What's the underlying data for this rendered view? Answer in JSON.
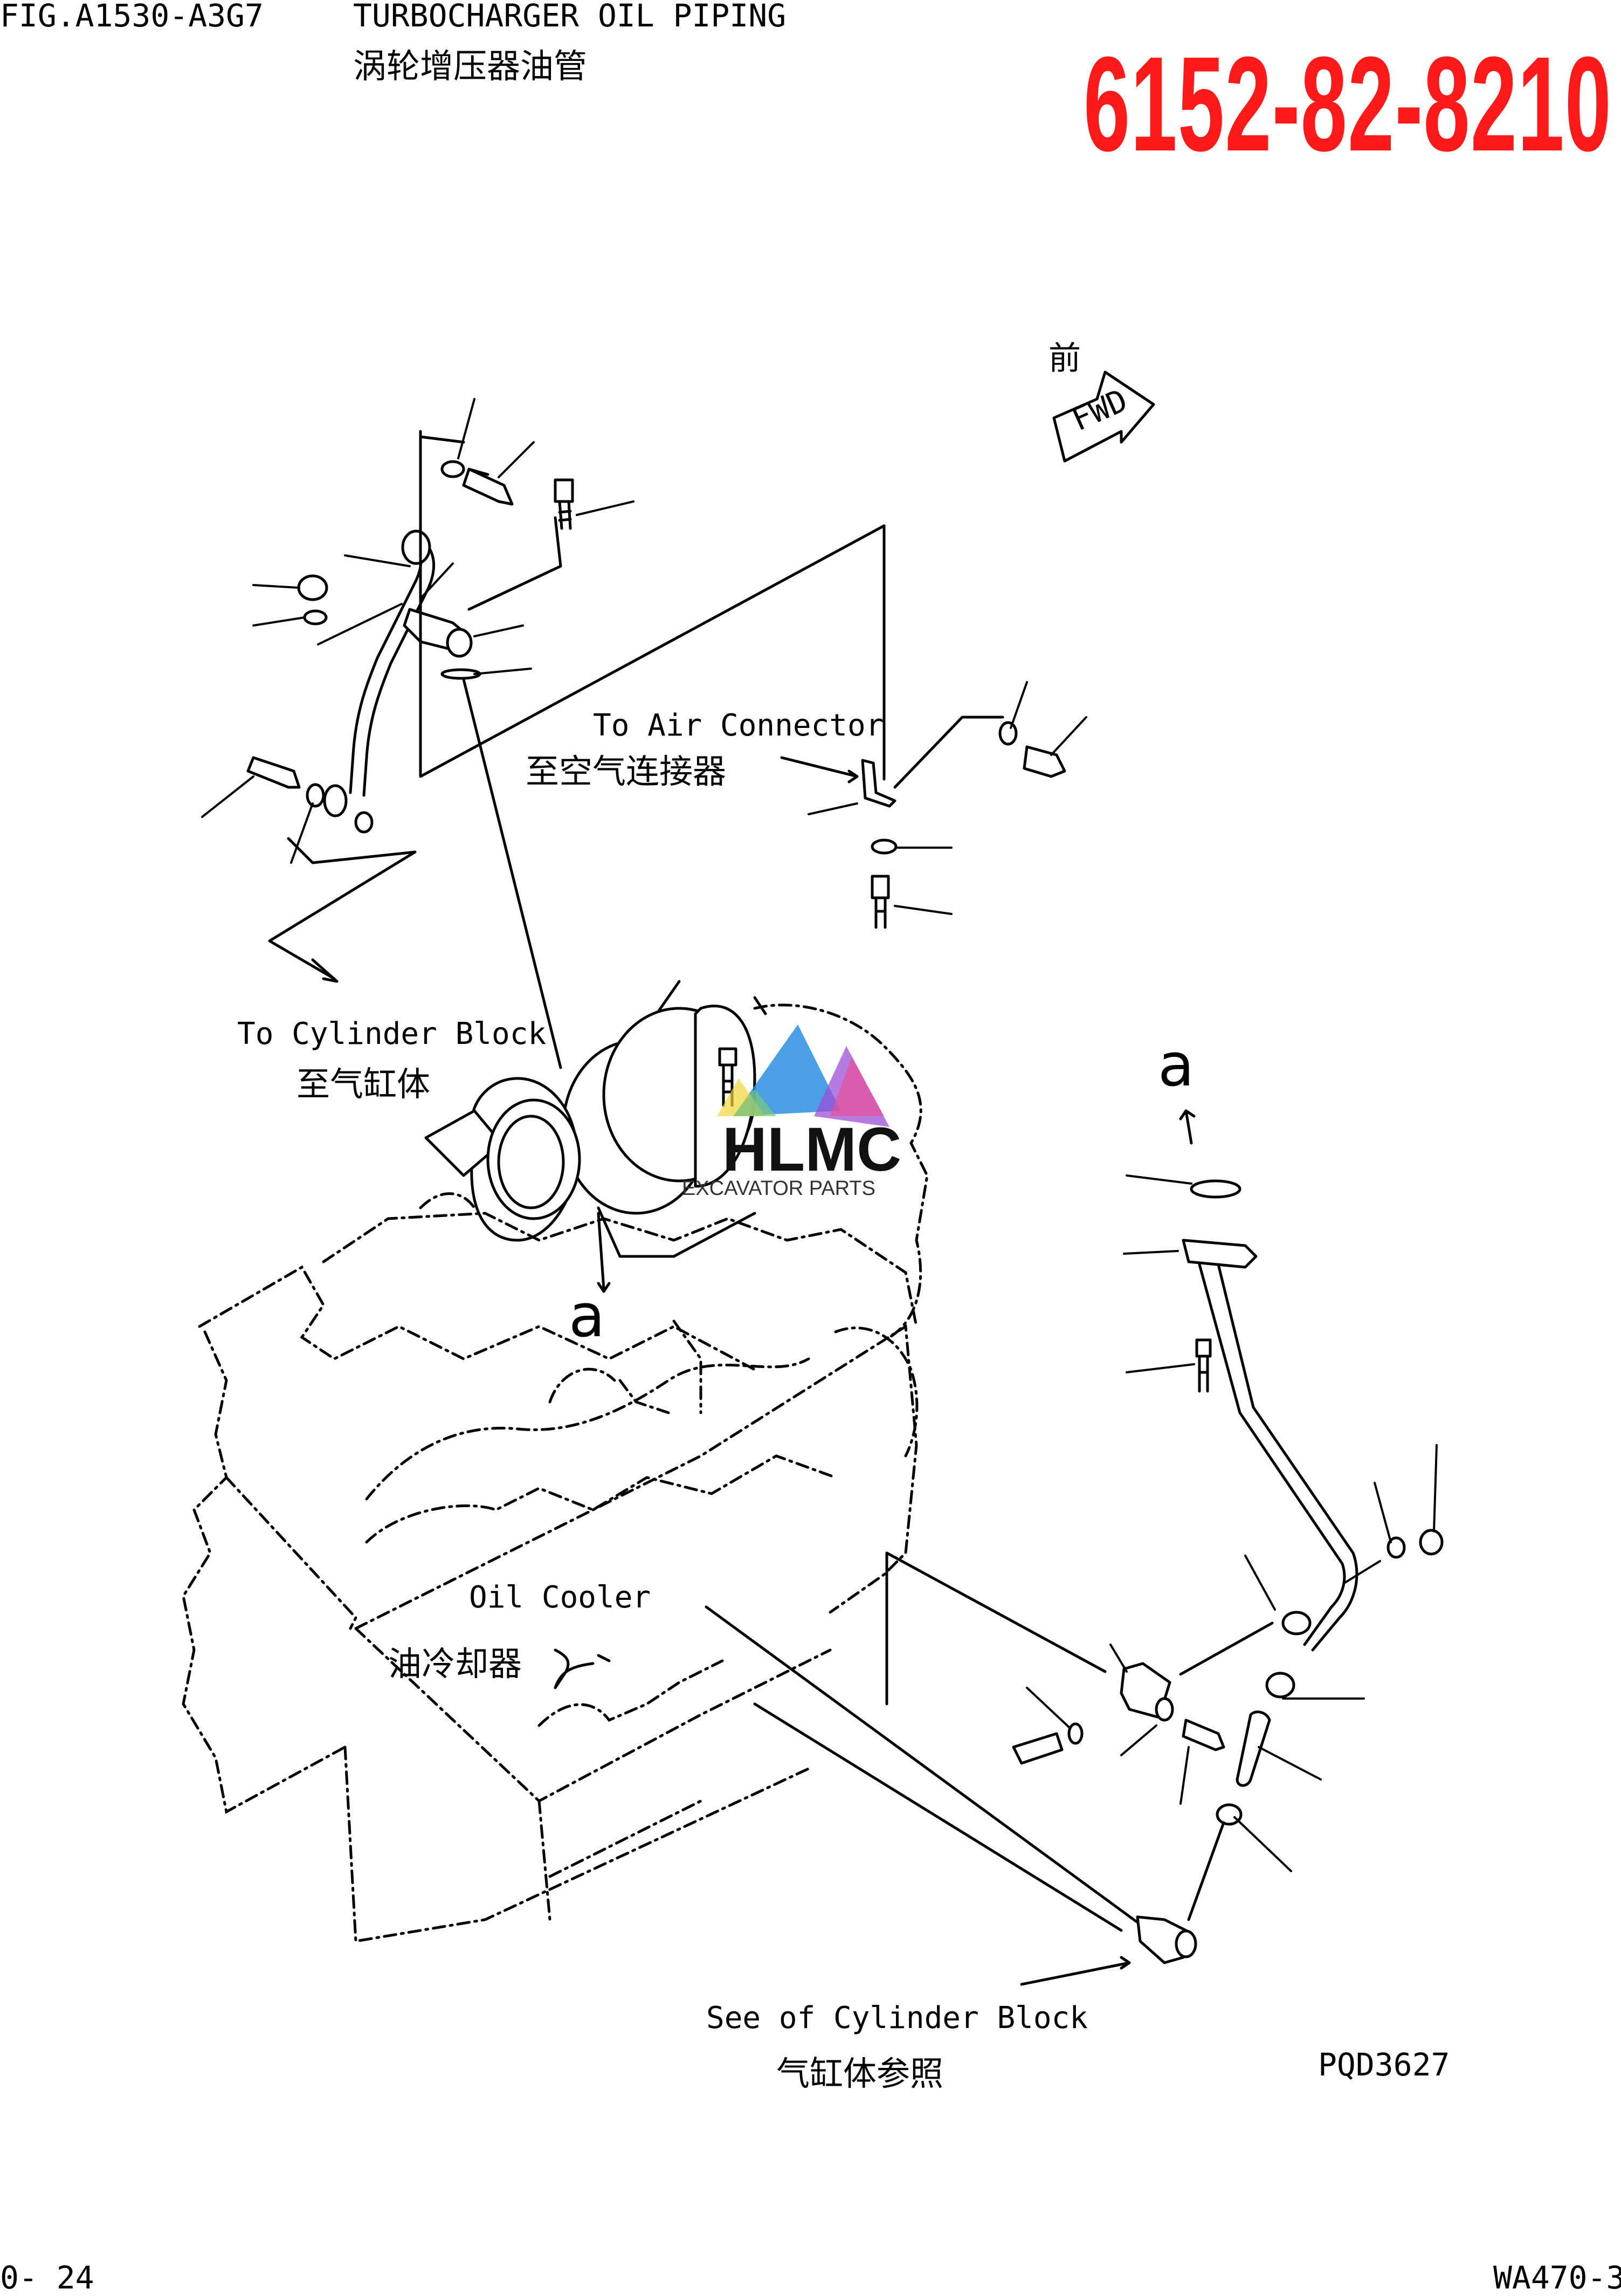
{
  "header": {
    "fig_code": "FIG.A1530-A3G7",
    "title_en": "TURBOCHARGER OIL PIPING",
    "title_cn": "涡轮增压器油管",
    "part_number": "6152-82-8210"
  },
  "front_indicator": {
    "label_cn": "前",
    "arrow_text": "FWD"
  },
  "callouts": {
    "air_connector_en": "To Air Connector",
    "air_connector_cn": "至空气连接器",
    "cylinder_block_en": "To Cylinder Block",
    "cylinder_block_cn": "至气缸体",
    "oil_cooler_en": "Oil Cooler",
    "oil_cooler_cn": "油冷却器",
    "see_cylinder_en": "See of Cylinder Block",
    "see_cylinder_cn": "气缸体参照"
  },
  "markers": {
    "a_left": "a",
    "a_right": "a"
  },
  "watermark": {
    "brand": "HLMC",
    "tagline": "EXCAVATOR PARTS"
  },
  "footer": {
    "drawing_code": "PQD3627",
    "page": "0- 24",
    "model": "WA470-3"
  },
  "colors": {
    "part_number": "#ff1a1a",
    "line": "#000000",
    "logo_blue": "#2b8fe0",
    "logo_purple": "#9b4fd6",
    "logo_pink": "#e8509a",
    "logo_yellow": "#f2d43a",
    "logo_green": "#7cc97a"
  }
}
